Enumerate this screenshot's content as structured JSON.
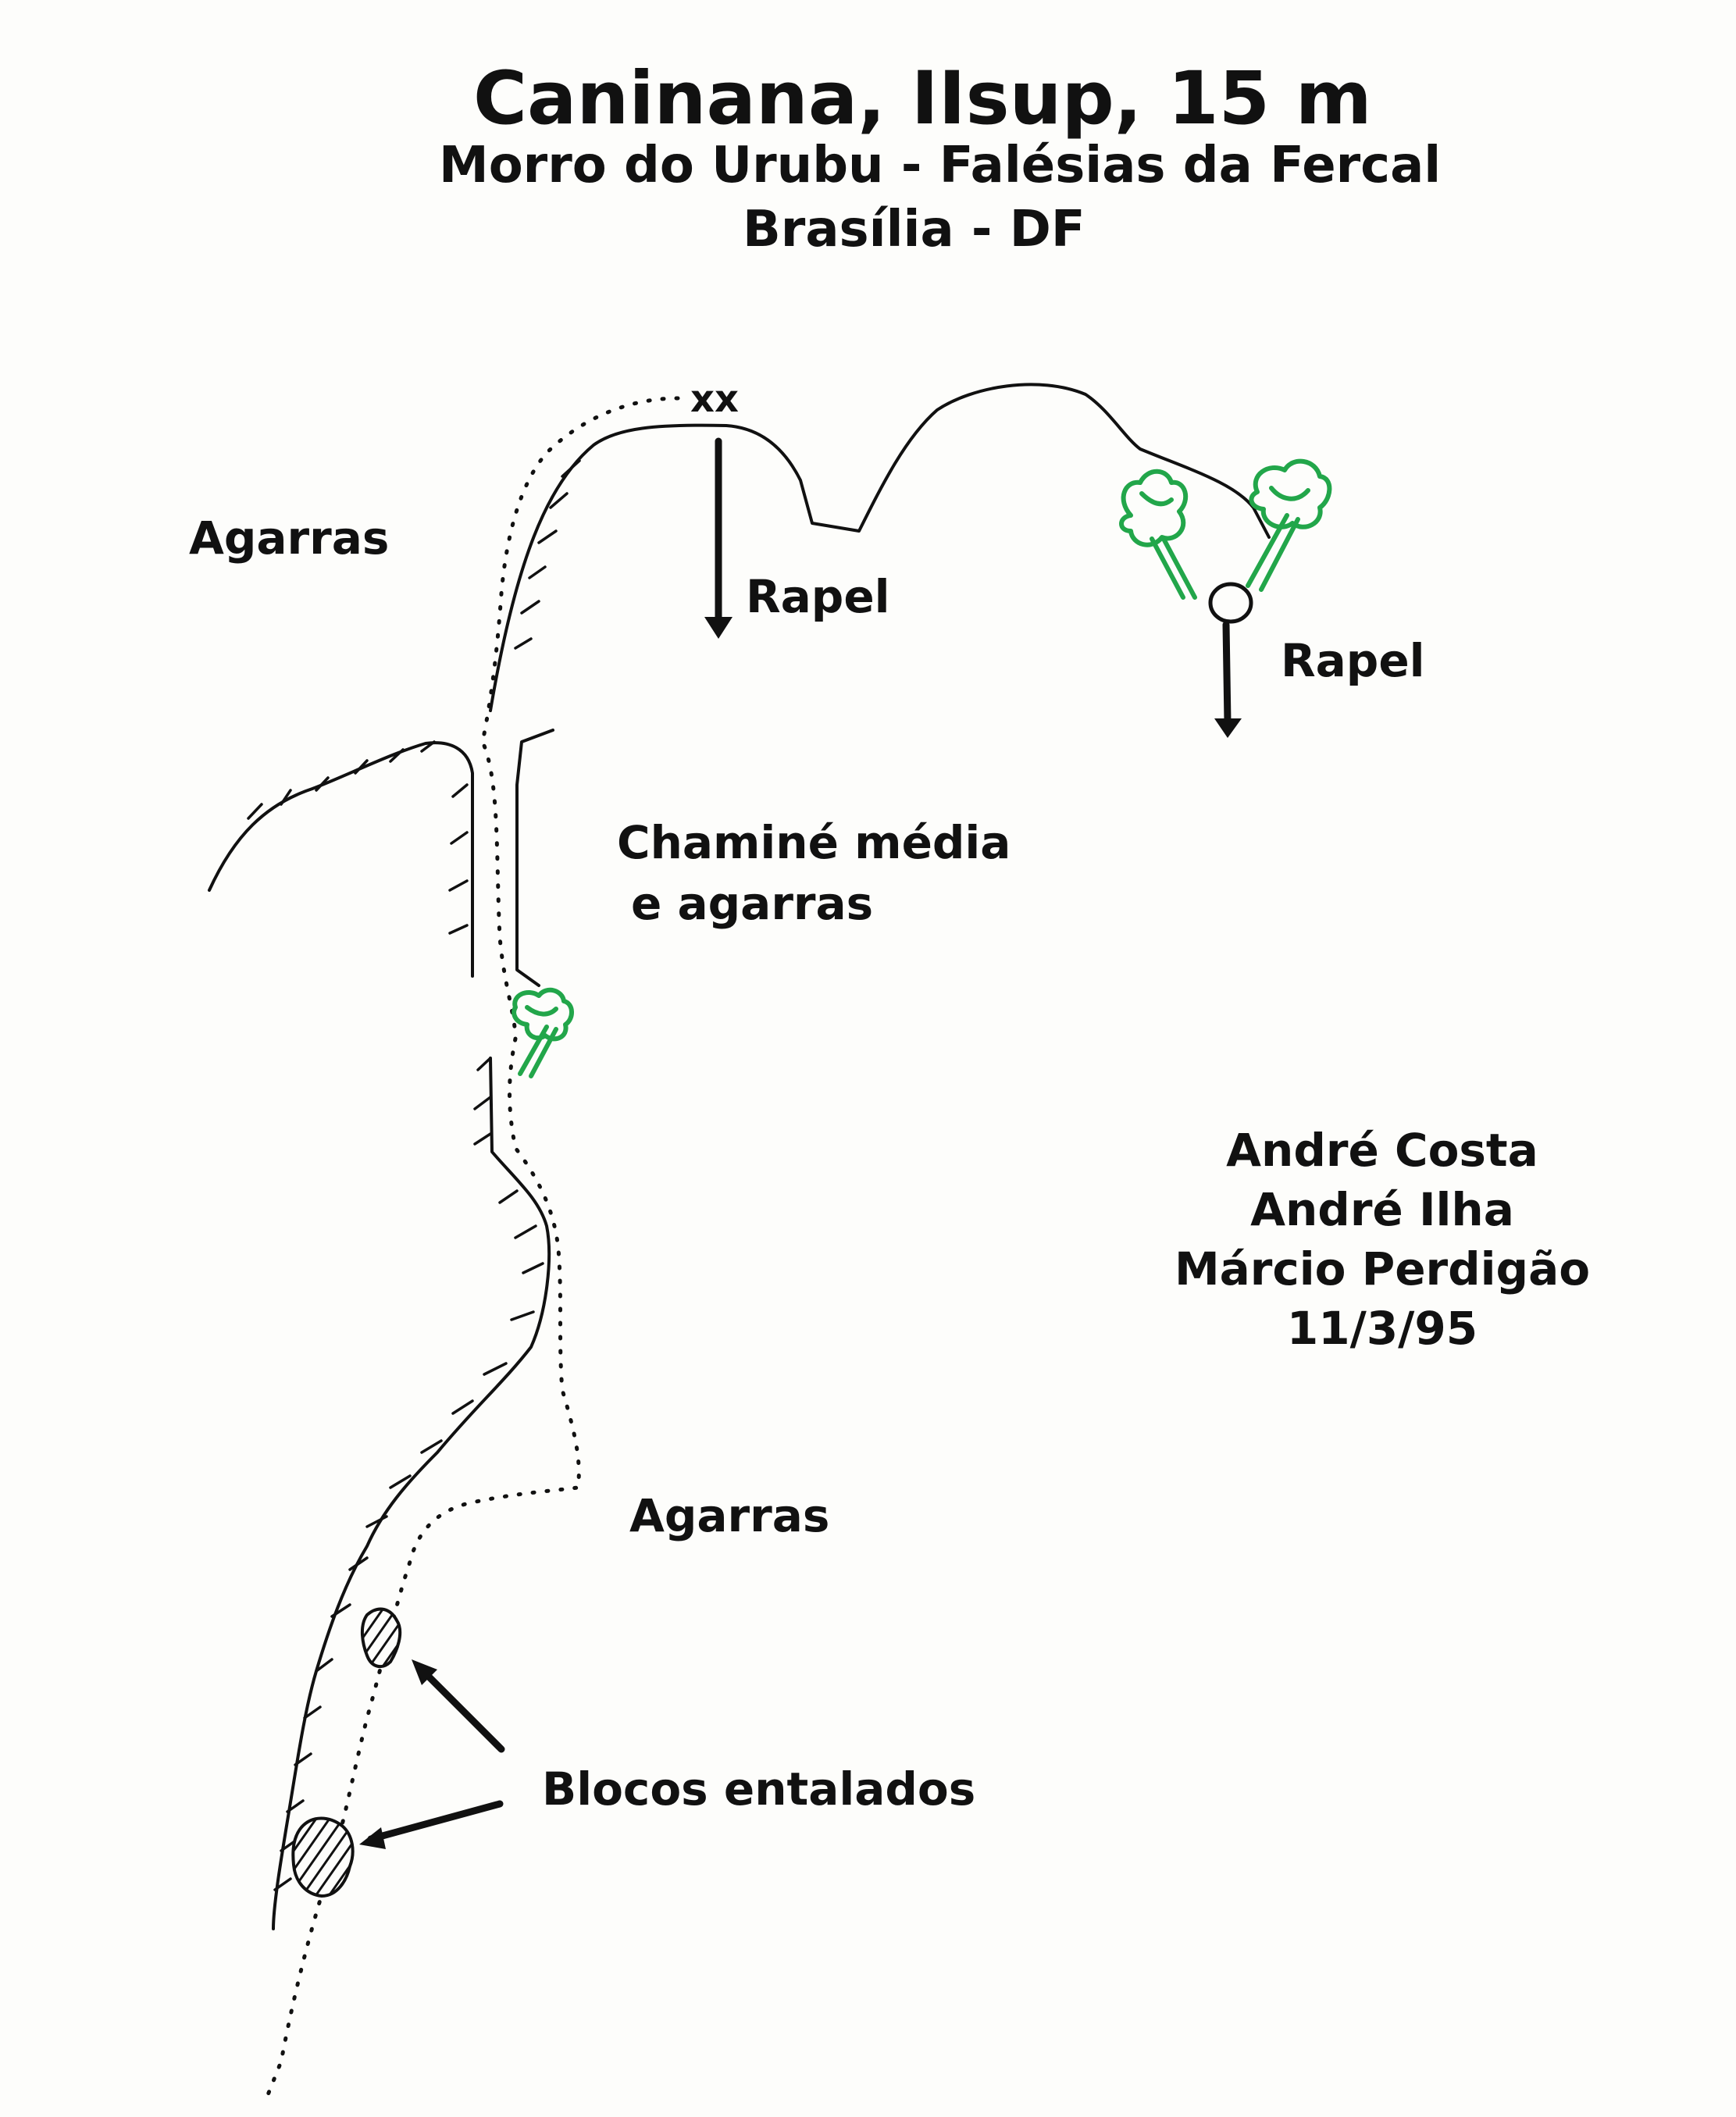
{
  "title": "Caninana, IIsup, 15 m",
  "subtitle_1": "Morro do Urubu - Falésias da Fercal",
  "subtitle_2": "Brasília - DF",
  "anchor_marker": "xx",
  "labels": {
    "agarras_top": "Agarras",
    "rapel_left": "Rapel",
    "rapel_right": "Rapel",
    "chimney_line1": "Chaminé média",
    "chimney_line2": "e agarras",
    "agarras_bottom": "Agarras",
    "blocks": "Blocos entalados"
  },
  "credits": [
    "André Costa",
    "André Ilha",
    "Márcio Perdigão",
    "11/3/95"
  ],
  "colors": {
    "ink": "#111111",
    "vegetation": "#22a64a",
    "paper": "#fdfdfb"
  },
  "icons": [
    "tree-icon",
    "tree-icon",
    "tree-icon",
    "arrow-down-icon",
    "arrow-down-icon",
    "arrow-icon",
    "ring-anchor-icon"
  ]
}
